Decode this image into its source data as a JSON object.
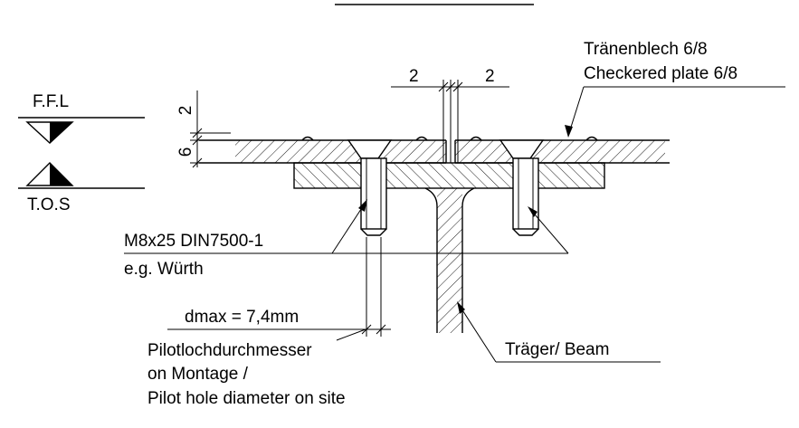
{
  "levels": {
    "top": "F.F.L",
    "bottom": "T.O.S"
  },
  "dimensions": {
    "gap_left": "2",
    "gap_right": "2",
    "plate_offset": "2",
    "plate_thickness": "6",
    "dmax": "dmax = 7,4mm"
  },
  "labels": {
    "plate_de": "Tränenblech 6/8",
    "plate_en": "Checkered plate 6/8",
    "screw": "M8x25 DIN7500-1",
    "screw_example": "e.g. Würth",
    "pilot_line1": "Pilotlochdurchmesser",
    "pilot_line2": "on Montage /",
    "pilot_line3": "Pilot hole diameter on site",
    "beam": "Träger/ Beam"
  }
}
